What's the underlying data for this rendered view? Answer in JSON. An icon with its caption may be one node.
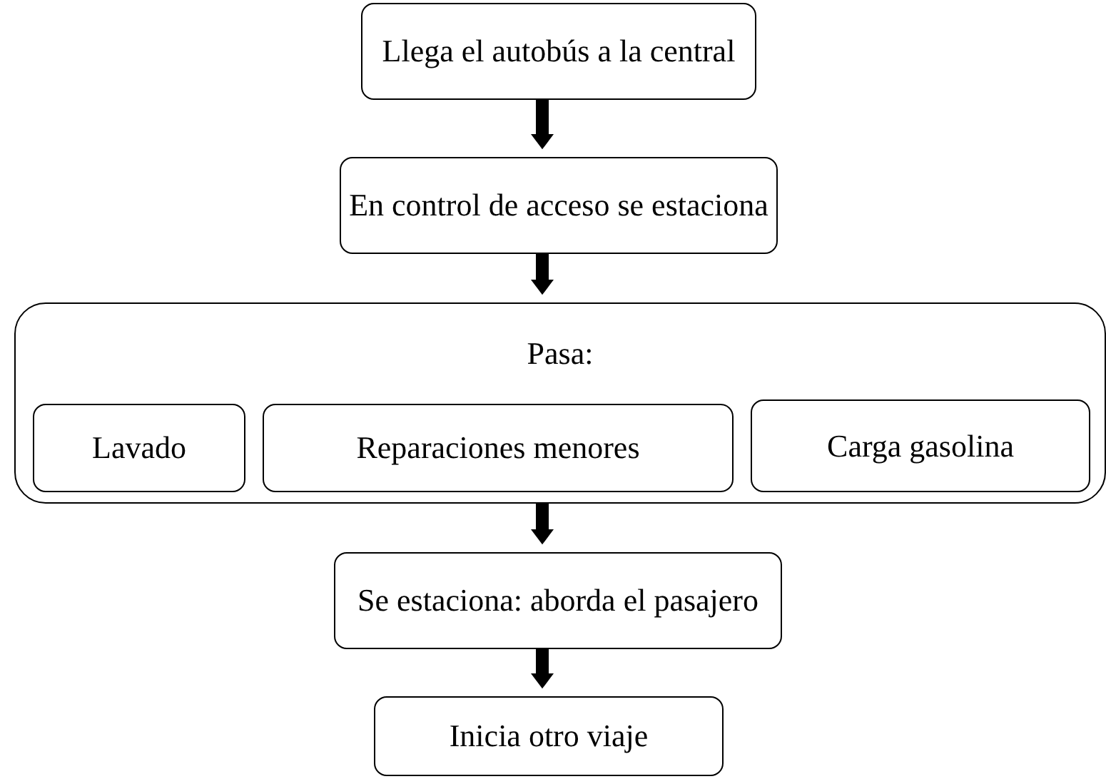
{
  "diagram": {
    "nodes": [
      {
        "text": [
          "Llega el autobús a la central"
        ]
      },
      {
        "text": [
          "En control de acceso se estaciona"
        ]
      },
      {
        "text": [
          "Pasa:"
        ]
      },
      {
        "text": [
          "Lavado"
        ],
        "in": 2
      },
      {
        "text": [
          "Reparaciones menores"
        ],
        "in": 2
      },
      {
        "text": [
          "Carga gasolina"
        ],
        "in": 2
      },
      {
        "text": [
          "Se estaciona: aborda el pasajero"
        ]
      },
      {
        "text": [
          "Inicia otro viaje"
        ]
      }
    ],
    "edges": [
      {
        "from": 0,
        "to": 1,
        "arrow": "to"
      },
      {
        "from": 1,
        "to": 2,
        "arrow": "to"
      },
      {
        "from": 2,
        "to": 6,
        "arrow": "to"
      },
      {
        "from": 6,
        "to": 7,
        "arrow": "to"
      }
    ]
  }
}
